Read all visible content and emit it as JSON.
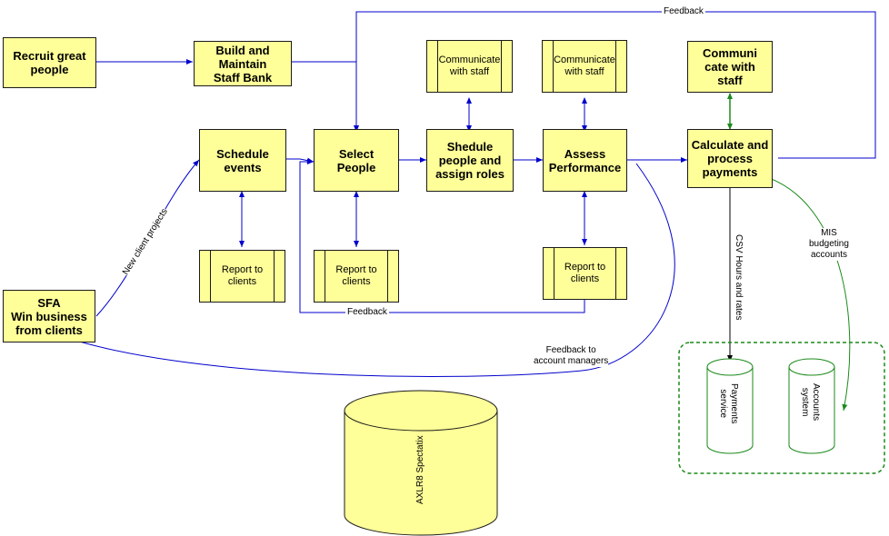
{
  "processes": {
    "recruit": "Recruit great\npeople",
    "staff_bank": "Build and\nMaintain\nStaff Bank",
    "schedule_events": "Schedule\nevents",
    "select_people": "Select\nPeople",
    "schedule_roles": "Shedule\npeople and\nassign roles",
    "assess": "Assess\nPerformance",
    "calculate": "Calculate and\nprocess\npayments",
    "sfa": "SFA\nWin business\nfrom clients",
    "communicate_3": "Communi\ncate with\nstaff"
  },
  "subprocesses": {
    "communicate_1": "Communicate\nwith staff",
    "communicate_2": "Communicate\nwith staff",
    "report_1": "Report to\nclients",
    "report_2": "Report to\nclients",
    "report_3": "Report to\nclients"
  },
  "edge_labels": {
    "feedback_top": "Feedback",
    "feedback_bottom": "Feedback",
    "new_client_projects": "New client projects",
    "feedback_account_managers": "Feedback to\naccount managers",
    "csv": "CSV Hours and rates",
    "mis": "MIS\nbudgeting\naccounts"
  },
  "datastores": {
    "payments": "Payments\nservice",
    "accounts": "Accounts\nsystem",
    "axlr8": "AXLR8 Spectatix"
  },
  "colors": {
    "box_fill": "#ffff99",
    "flow_line": "#0000cc",
    "mis_line": "#1a8a1a",
    "group_border": "#1a8a1a",
    "communicate_arrow": "#1a8a1a"
  }
}
